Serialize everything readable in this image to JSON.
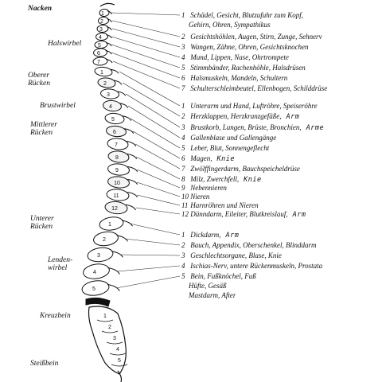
{
  "regions": [
    {
      "id": "nacken",
      "label": "Nacken"
    },
    {
      "id": "halswirbel",
      "label": "Halswirbel"
    },
    {
      "id": "oberer",
      "label": "Oberer\nRücken"
    },
    {
      "id": "brustwirbel",
      "label": "Brustwirbel"
    },
    {
      "id": "mittlerer",
      "label": "Mittlerer\nRücken"
    },
    {
      "id": "unterer",
      "label": "Unterer\nRücken"
    },
    {
      "id": "lenden",
      "label": "Lenden-\nwirbel"
    },
    {
      "id": "kreuzbein",
      "label": "Kreuzbein"
    },
    {
      "id": "steissbein",
      "label": "Steißbein"
    }
  ],
  "vertebra_labels": {
    "cervical": [
      "1",
      "2",
      "3",
      "4",
      "5",
      "6",
      "7"
    ],
    "thoracic": [
      "1",
      "2",
      "3",
      "4",
      "5",
      "6",
      "7",
      "8",
      "9",
      "10",
      "11",
      "12"
    ],
    "lumbar": [
      "1",
      "2",
      "3",
      "4",
      "5"
    ],
    "sacral": [
      "1",
      "2",
      "3",
      "4",
      "5"
    ]
  },
  "cervical": [
    {
      "num": "1",
      "text": "Schädel, Gesicht, Blutzufuhr zum Kopf,"
    },
    {
      "num": "",
      "text": "Gehirn, Ohren, Sympathikus"
    },
    {
      "num": "2",
      "text": "Gesichtshöhlen, Augen, Stirn, Zunge, Sehnerv"
    },
    {
      "num": "3",
      "text": "Wangen, Zähne, Ohren, Gesichtsknochen"
    },
    {
      "num": "4",
      "text": "Mund, Lippen, Nase, Ohrtrompete"
    },
    {
      "num": "5",
      "text": "Stimmbänder, Rachenhöhle, Halsdrüsen"
    },
    {
      "num": "6",
      "text": "Halsmuskeln, Mandeln, Schultern"
    },
    {
      "num": "7",
      "text": "Schulterschleimbeutel, Ellenbogen, Schilddrüse"
    }
  ],
  "thoracic": [
    {
      "num": "1",
      "text": "Unterarm und Hand, Luftröhre, Speiseröhre",
      "hw": ""
    },
    {
      "num": "2",
      "text": "Herzklappen, Herzkranzgefäße,",
      "hw": "Arm"
    },
    {
      "num": "3",
      "text": "Brustkorb, Lungen, Brüste, Bronchien,",
      "hw": "Arme"
    },
    {
      "num": "4",
      "text": "Gallenblase und Gallengänge",
      "hw": ""
    },
    {
      "num": "5",
      "text": "Leber, Blut, Sonnengeflecht",
      "hw": ""
    },
    {
      "num": "6",
      "text": "Magen,",
      "hw": "Knie"
    },
    {
      "num": "7",
      "text": "Zwölffingerdarm, Bauchspeicheldrüse",
      "hw": ""
    },
    {
      "num": "8",
      "text": "Milz, Zwerchfell,",
      "hw": "Knie"
    },
    {
      "num": "9",
      "text": "Nebennieren",
      "hw": ""
    },
    {
      "num": "10",
      "text": "Nieren",
      "hw": ""
    },
    {
      "num": "11",
      "text": "Harnröhren und Nieren",
      "hw": ""
    },
    {
      "num": "12",
      "text": "Dünndarm, Eileiter, Blutkreislauf,",
      "hw": "Arm"
    }
  ],
  "lumbar": [
    {
      "num": "1",
      "text": "Dickdarm,",
      "hw": "Arm"
    },
    {
      "num": "2",
      "text": "Bauch, Appendix, Oberschenkel, Blinddarm",
      "hw": ""
    },
    {
      "num": "3",
      "text": "Geschlechtsorgane, Blase, Knie",
      "hw": ""
    },
    {
      "num": "4",
      "text": "Ischias-Nerv, untere Rückenmuskeln, Prostata",
      "hw": ""
    },
    {
      "num": "5",
      "text": "Bein, Fußknöchel, Fuß",
      "hw": ""
    },
    {
      "num": "",
      "text": "Hüfte, Gesäß",
      "hw": ""
    },
    {
      "num": "",
      "text": "Mastdarm, After",
      "hw": ""
    }
  ]
}
